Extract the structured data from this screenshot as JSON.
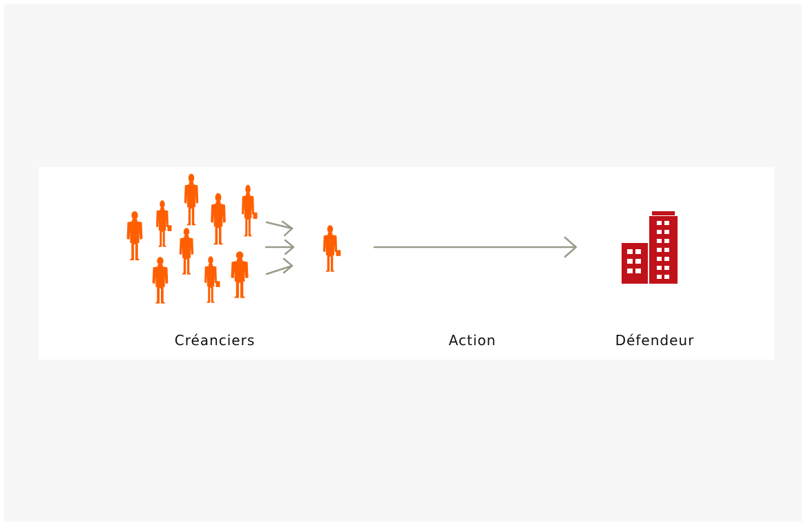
{
  "diagram": {
    "labels": {
      "creditors": "Créanciers",
      "action": "Action",
      "defendant": "Défendeur"
    },
    "icons": {
      "creditor": "person-icon",
      "representative": "person-icon",
      "defendant": "building-icon",
      "arrow": "arrow-right-icon"
    },
    "colors": {
      "people": "#ff5f00",
      "building": "#c01219",
      "arrows": "#9a9a8a",
      "text": "#111111",
      "background": "#f7f7f7",
      "panel": "#ffffff"
    }
  }
}
